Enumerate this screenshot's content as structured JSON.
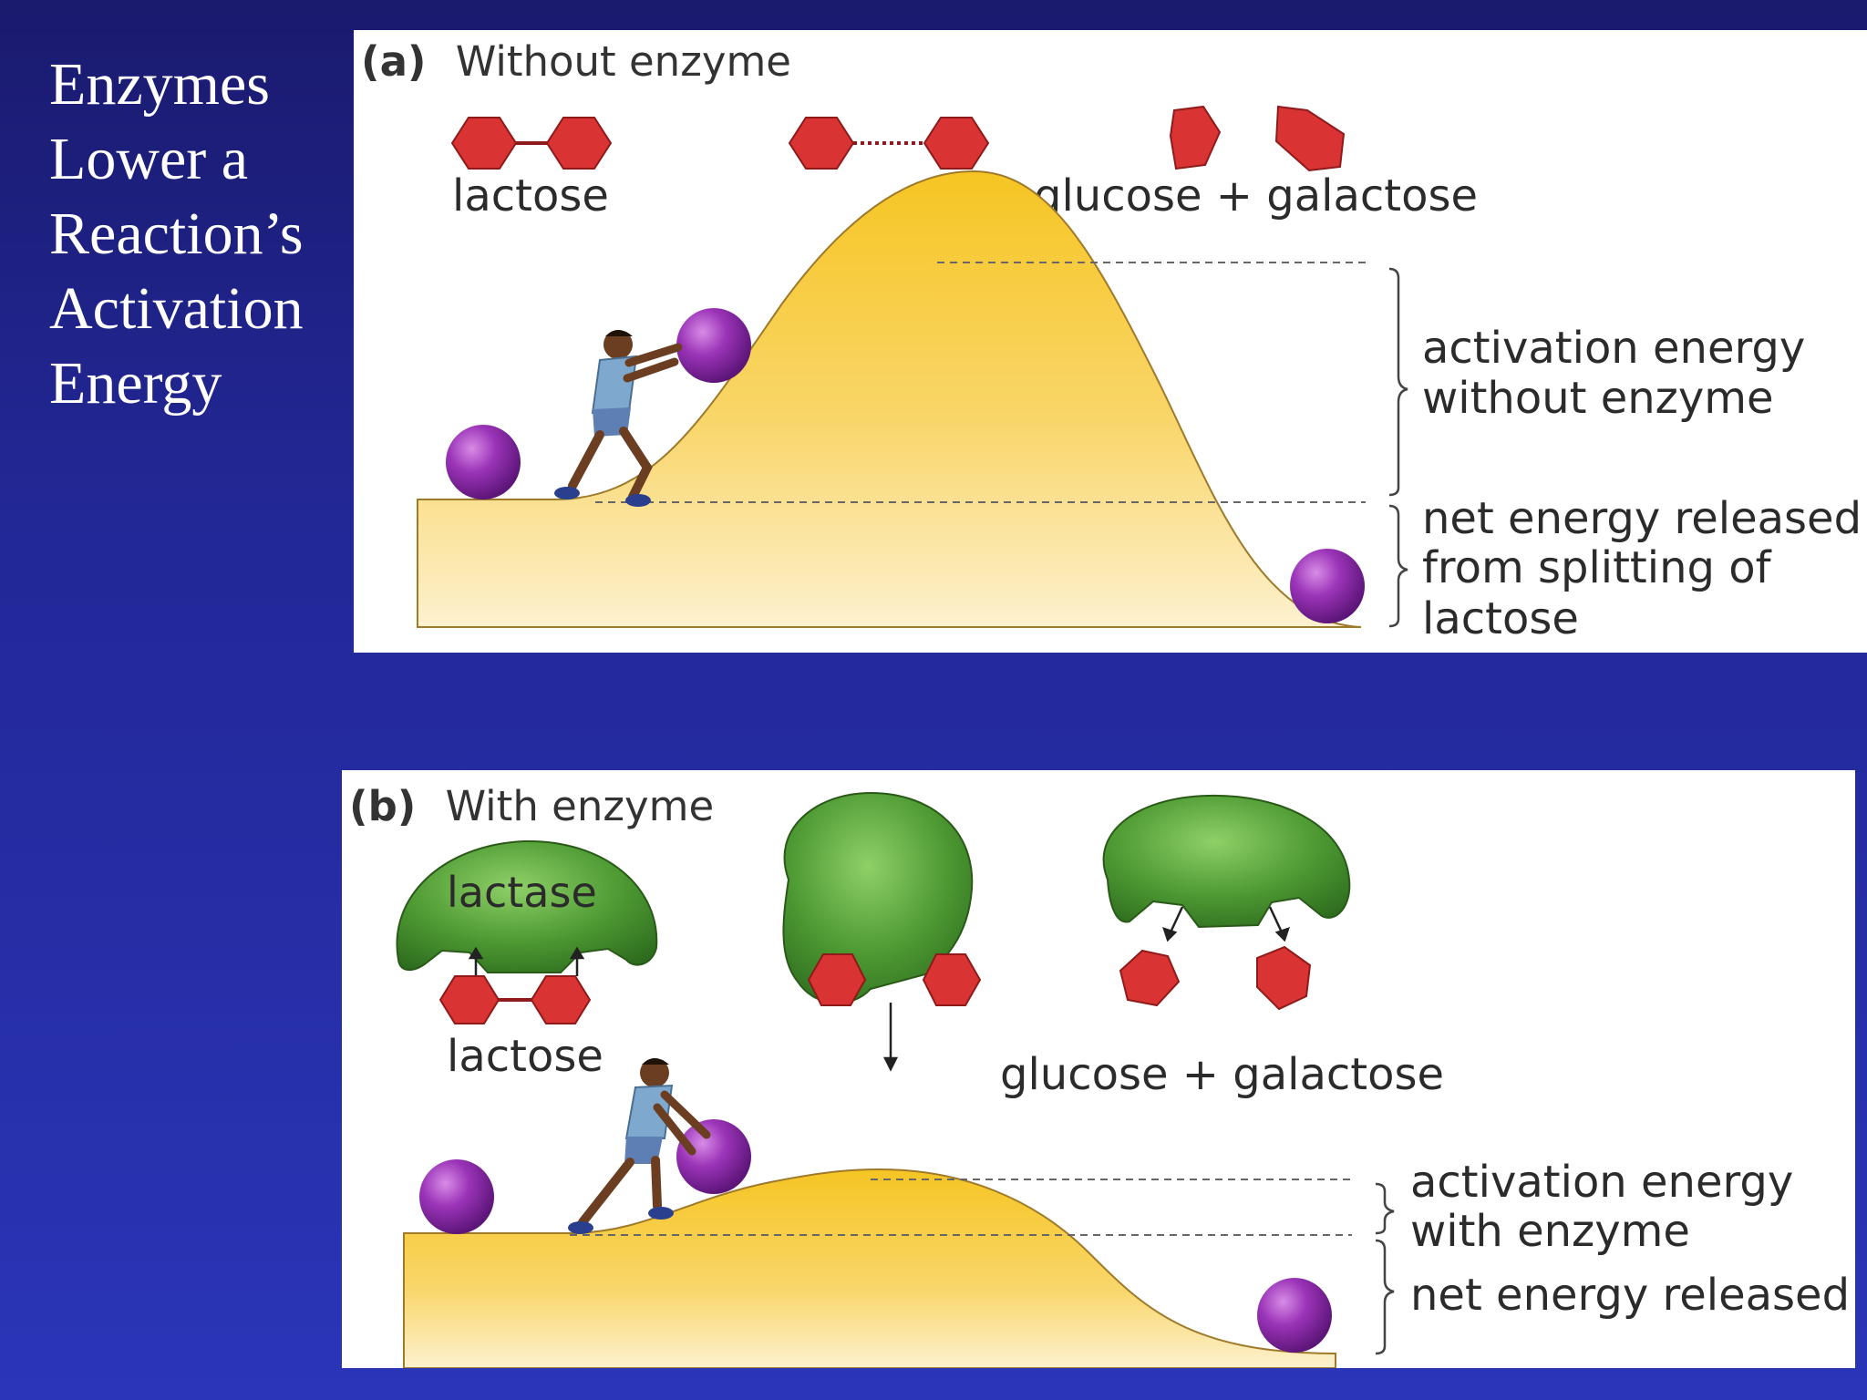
{
  "slide": {
    "title_lines": [
      "Enzymes",
      "Lower a",
      "Reaction’s",
      "Activation",
      "Energy"
    ],
    "background_colors": [
      "#1a1a6e",
      "#2a35b8"
    ]
  },
  "panel_a": {
    "letter": "(a)",
    "title": "Without enzyme",
    "label_reactant": "lactose",
    "label_products": "glucose + galactose",
    "label_activation": [
      "activation energy",
      "without enzyme"
    ],
    "label_net": [
      "net energy released",
      "from splitting of",
      "lactose"
    ]
  },
  "panel_b": {
    "letter": "(b)",
    "title": "With enzyme",
    "label_enzyme": "lactase",
    "label_reactant": "lactose",
    "label_products": "glucose + galactose",
    "label_activation": [
      "activation energy",
      "with enzyme"
    ],
    "label_net": "net energy released"
  },
  "colors": {
    "molecule_red": "#d93333",
    "ball_purple": "#8e2cab",
    "hill_yellow": "#f6c523",
    "enzyme_green": "#4e9a33"
  }
}
